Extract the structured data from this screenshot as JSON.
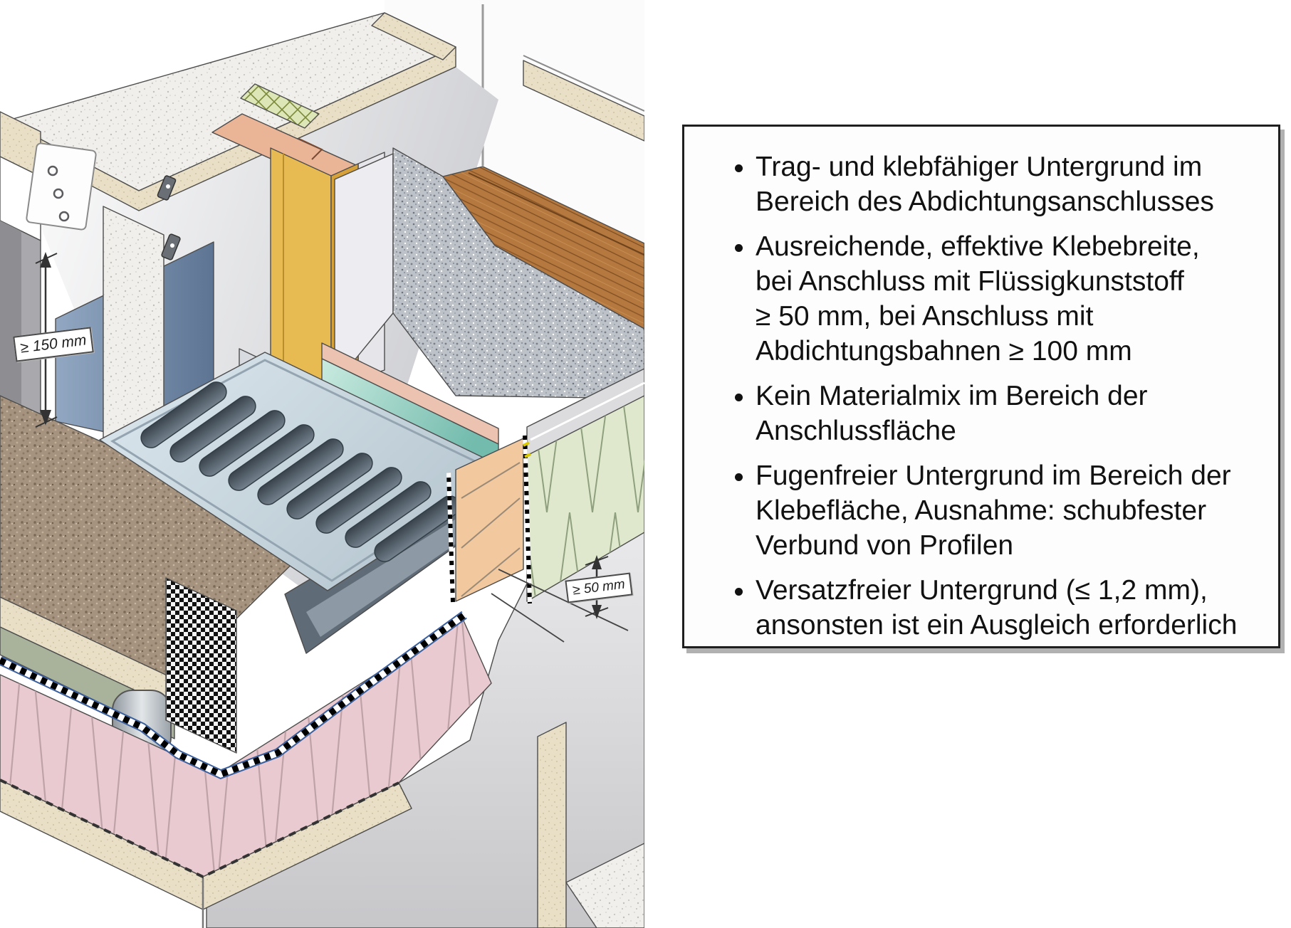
{
  "notes_box": {
    "bullets": [
      "Trag- und klebfähiger Untergrund im\nBereich des Abdichtungsanschlusses",
      "Ausreichende, effektive Klebebreite,\nbei Anschluss mit Flüssigkunststoff\n≥ 50 mm, bei Anschluss mit\nAbdichtungsbahnen ≥ 100 mm",
      "Kein Materialmix im Bereich der\nAnschlussfläche",
      "Fugenfreier Untergrund im Bereich der\nKlebefläche, Ausnahme: schubfester\nVerbund von Profilen",
      "Versatzfreier Untergrund (≤ 1,2 mm),\nansonsten ist ein Ausgleich erforderlich"
    ]
  },
  "diagram": {
    "dim_150_label": "≥ 150 mm",
    "dim_50_label": "≥ 50 mm"
  },
  "colors": {
    "frame_gold": "#e8ba52",
    "frame_gold_side": "#d6a139",
    "frame_head_salmon": "#eab497",
    "waterproofing_blue": "#7d94b3",
    "insulation_pink": "#e9cad0",
    "insulation_green": "#dfe8cc",
    "insulation_orange": "#f2c89e",
    "membrane_teal": "#8ecbbd"
  }
}
